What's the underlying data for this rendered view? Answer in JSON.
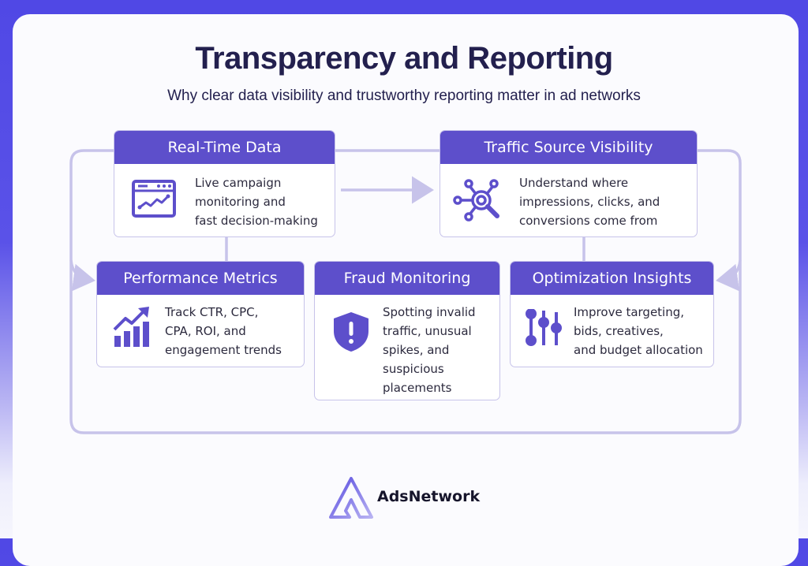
{
  "header": {
    "title": "Transparency and Reporting",
    "subtitle": "Why clear data visibility and trustworthy reporting matter in ad networks"
  },
  "colors": {
    "background_top": "#5048e5",
    "header_fill": "#5d4fcb",
    "title_text": "#23204e",
    "connector": "#c7c3ea",
    "icon": "#5d4fcb"
  },
  "boxes": [
    {
      "title": "Real-Time Data",
      "description": "Live campaign\nmonitoring and\nfast decision-making",
      "icon": "browser-chart-icon"
    },
    {
      "title": "Traffic Source Visibility",
      "description": "Understand where\nimpressions, clicks, and\nconversions come from",
      "icon": "network-search-icon"
    },
    {
      "title": "Performance Metrics",
      "description": "Track CTR, CPC,\nCPA, ROI, and\nengagement trends",
      "icon": "growth-chart-icon"
    },
    {
      "title": "Fraud Monitoring",
      "description": "Spotting invalid\ntraffic, unusual\nspikes, and\nsuspicious\nplacements",
      "icon": "shield-alert-icon"
    },
    {
      "title": "Optimization Insights",
      "description": "Improve targeting,\nbids, creatives,\nand budget allocation",
      "icon": "sliders-icon"
    }
  ],
  "footer": {
    "brand": "AdsNetwork"
  }
}
